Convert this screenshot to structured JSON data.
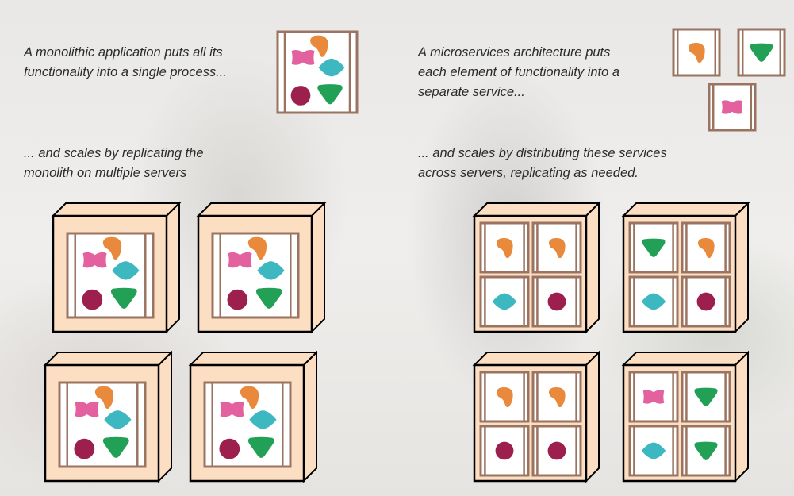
{
  "texts": {
    "monolith_intro": "A monolithic application puts all its\nfunctionality into a single process...",
    "monolith_scale": "... and scales by replicating the\nmonolith on multiple servers",
    "micro_intro": "A microservices architecture puts\neach element of functionality into a\nseparate service...",
    "micro_scale": "... and scales by distributing these services\nacross servers, replicating as needed."
  },
  "colors": {
    "orange": "#E8893C",
    "pink": "#E2619E",
    "cyan": "#3DB8C1",
    "maroon": "#9C1F4D",
    "green": "#21A056",
    "frame": "#9A7461",
    "server": "#FCDEC2"
  },
  "monolith_components": [
    "pink",
    "orange",
    "cyan",
    "maroon",
    "green"
  ],
  "single_services": [
    "orange",
    "green",
    "pink"
  ],
  "monolith_server_count": 4,
  "microservice_servers": [
    [
      "orange",
      "orange",
      "cyan",
      "maroon"
    ],
    [
      "green",
      "orange",
      "cyan",
      "maroon"
    ],
    [
      "orange",
      "orange",
      "maroon",
      "maroon"
    ],
    [
      "pink",
      "green",
      "cyan",
      "green"
    ]
  ]
}
